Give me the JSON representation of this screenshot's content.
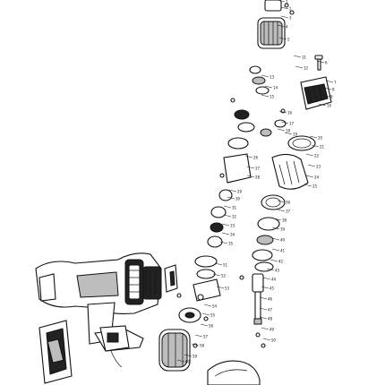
{
  "diagram": {
    "callout_labels": [
      "1",
      "2",
      "3",
      "4",
      "5",
      "6",
      "7",
      "8",
      "9",
      "10",
      "11",
      "12",
      "13",
      "14",
      "15",
      "16",
      "17",
      "18",
      "19",
      "20",
      "21",
      "22",
      "23",
      "24",
      "25",
      "26",
      "27",
      "28",
      "29",
      "30",
      "31",
      "32",
      "33",
      "34",
      "35",
      "36",
      "37",
      "38",
      "39",
      "40",
      "41",
      "42",
      "43",
      "44",
      "45",
      "46",
      "47",
      "48",
      "49",
      "50",
      "51",
      "52",
      "53",
      "54",
      "55",
      "56",
      "57",
      "58",
      "59",
      "60"
    ]
  }
}
